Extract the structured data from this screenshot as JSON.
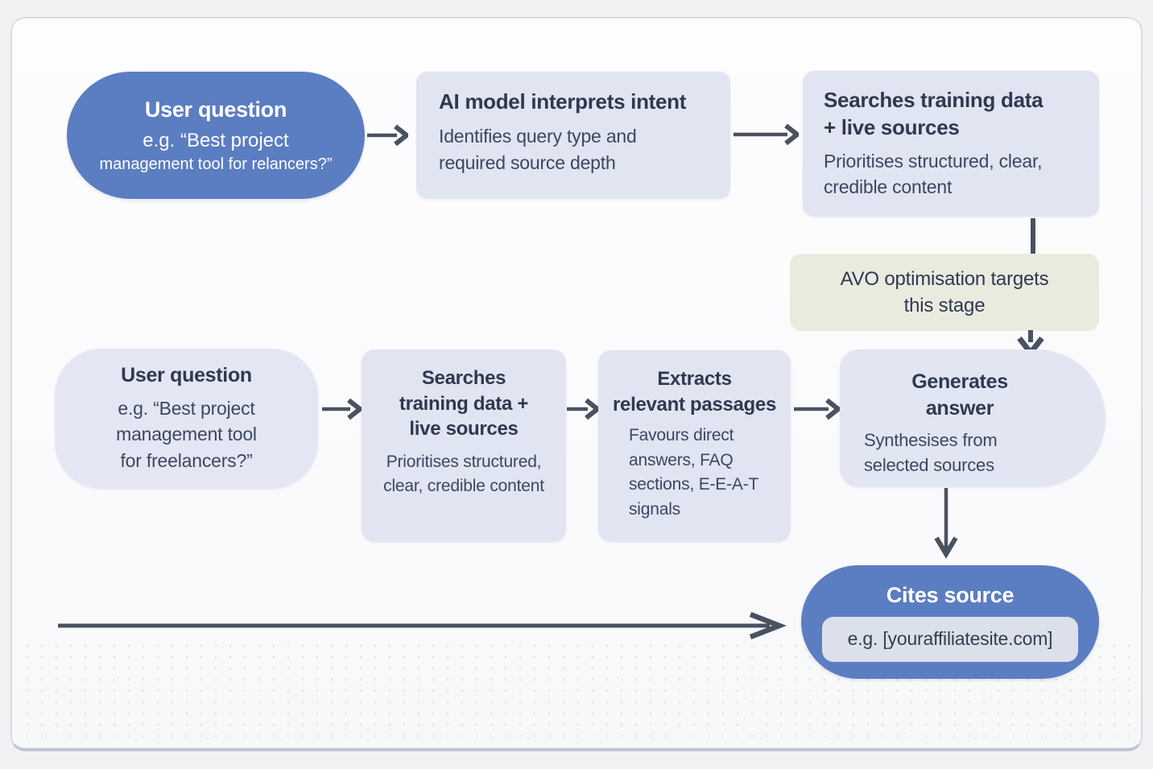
{
  "colors": {
    "accent_blue": "#5b7dc2",
    "node_fill": "#e1e4f1",
    "avo_fill": "#e9ebdf",
    "arrow": "#4a5261",
    "text_dark": "#2e3950"
  },
  "flow_top": {
    "user_question": {
      "title": "User question",
      "line1": "e.g. “Best project",
      "line2": "management tool for relancers?”"
    },
    "interpret": {
      "title": "AI model interprets intent",
      "body1": "Identifies query type and",
      "body2": "required source depth"
    },
    "search": {
      "title1": "Searches training data",
      "title2": "+ live sources",
      "body1": "Prioritises structured, clear,",
      "body2": "credible content"
    }
  },
  "avo_note": {
    "line1": "AVO optimisation targets",
    "line2": "this stage"
  },
  "flow_bottom": {
    "user_question": {
      "title": "User question",
      "line1": "e.g. “Best project",
      "line2": "management tool",
      "line3": "for freelancers?”"
    },
    "search": {
      "title1": "Searches",
      "title2": "training data +",
      "title3": "live sources",
      "body1": "Prioritises structured,",
      "body2": "clear, credible content"
    },
    "extract": {
      "title1": "Extracts",
      "title2": "relevant passages",
      "body1": "Favours direct",
      "body2": "answers, FAQ",
      "body3": "sections, E-E-A-T",
      "body4": "signals"
    },
    "generate": {
      "title1": "Generates",
      "title2": "answer",
      "body1": "Synthesises from",
      "body2": "selected sources"
    }
  },
  "cites": {
    "title": "Cites source",
    "example": "e.g. [youraffiliatesite.com]"
  }
}
